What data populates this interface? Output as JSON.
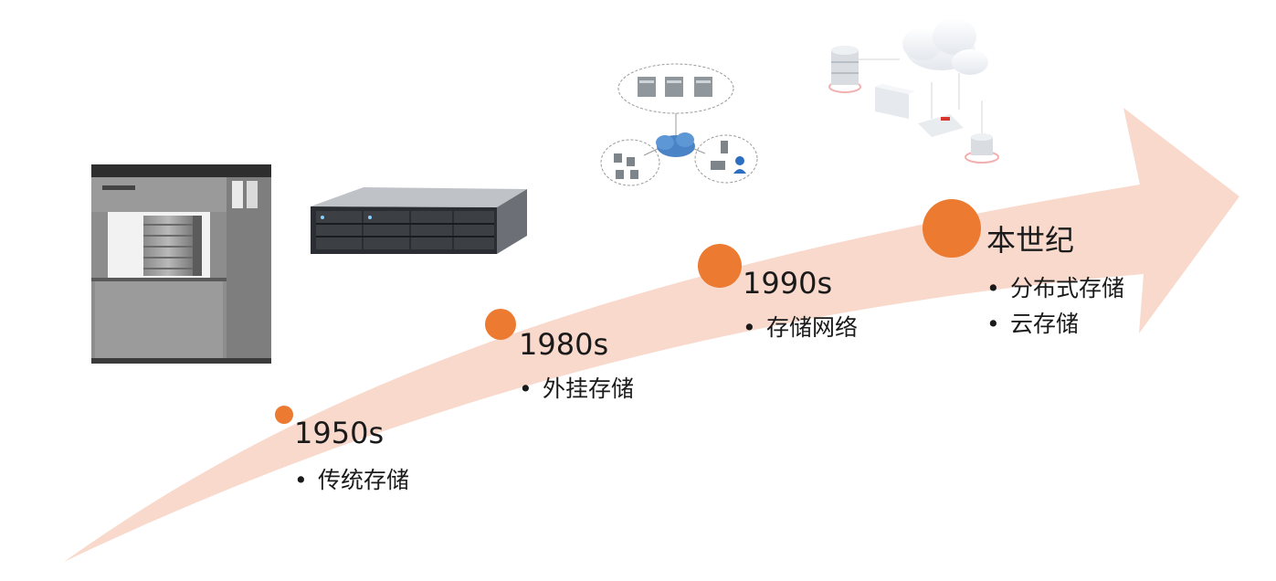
{
  "colors": {
    "arrow_fill": "#f8d9cc",
    "milestone_dot": "#ec7a31",
    "text": "#1a1a1a"
  },
  "eras": [
    {
      "title": "1950s",
      "bullets": [
        "传统存储"
      ]
    },
    {
      "title": "1980s",
      "bullets": [
        "外挂存储"
      ]
    },
    {
      "title": "1990s",
      "bullets": [
        "存储网络"
      ]
    },
    {
      "title": "本世纪",
      "bullets": [
        "分布式存储",
        "云存储"
      ]
    }
  ],
  "illustrations": [
    {
      "era_index": 0,
      "icon": "mainframe-storage-cabinet-icon"
    },
    {
      "era_index": 1,
      "icon": "rack-server-icon"
    },
    {
      "era_index": 2,
      "icon": "storage-network-icon"
    },
    {
      "era_index": 3,
      "icon": "cloud-storage-icon"
    }
  ],
  "bullet_glyph": "•"
}
